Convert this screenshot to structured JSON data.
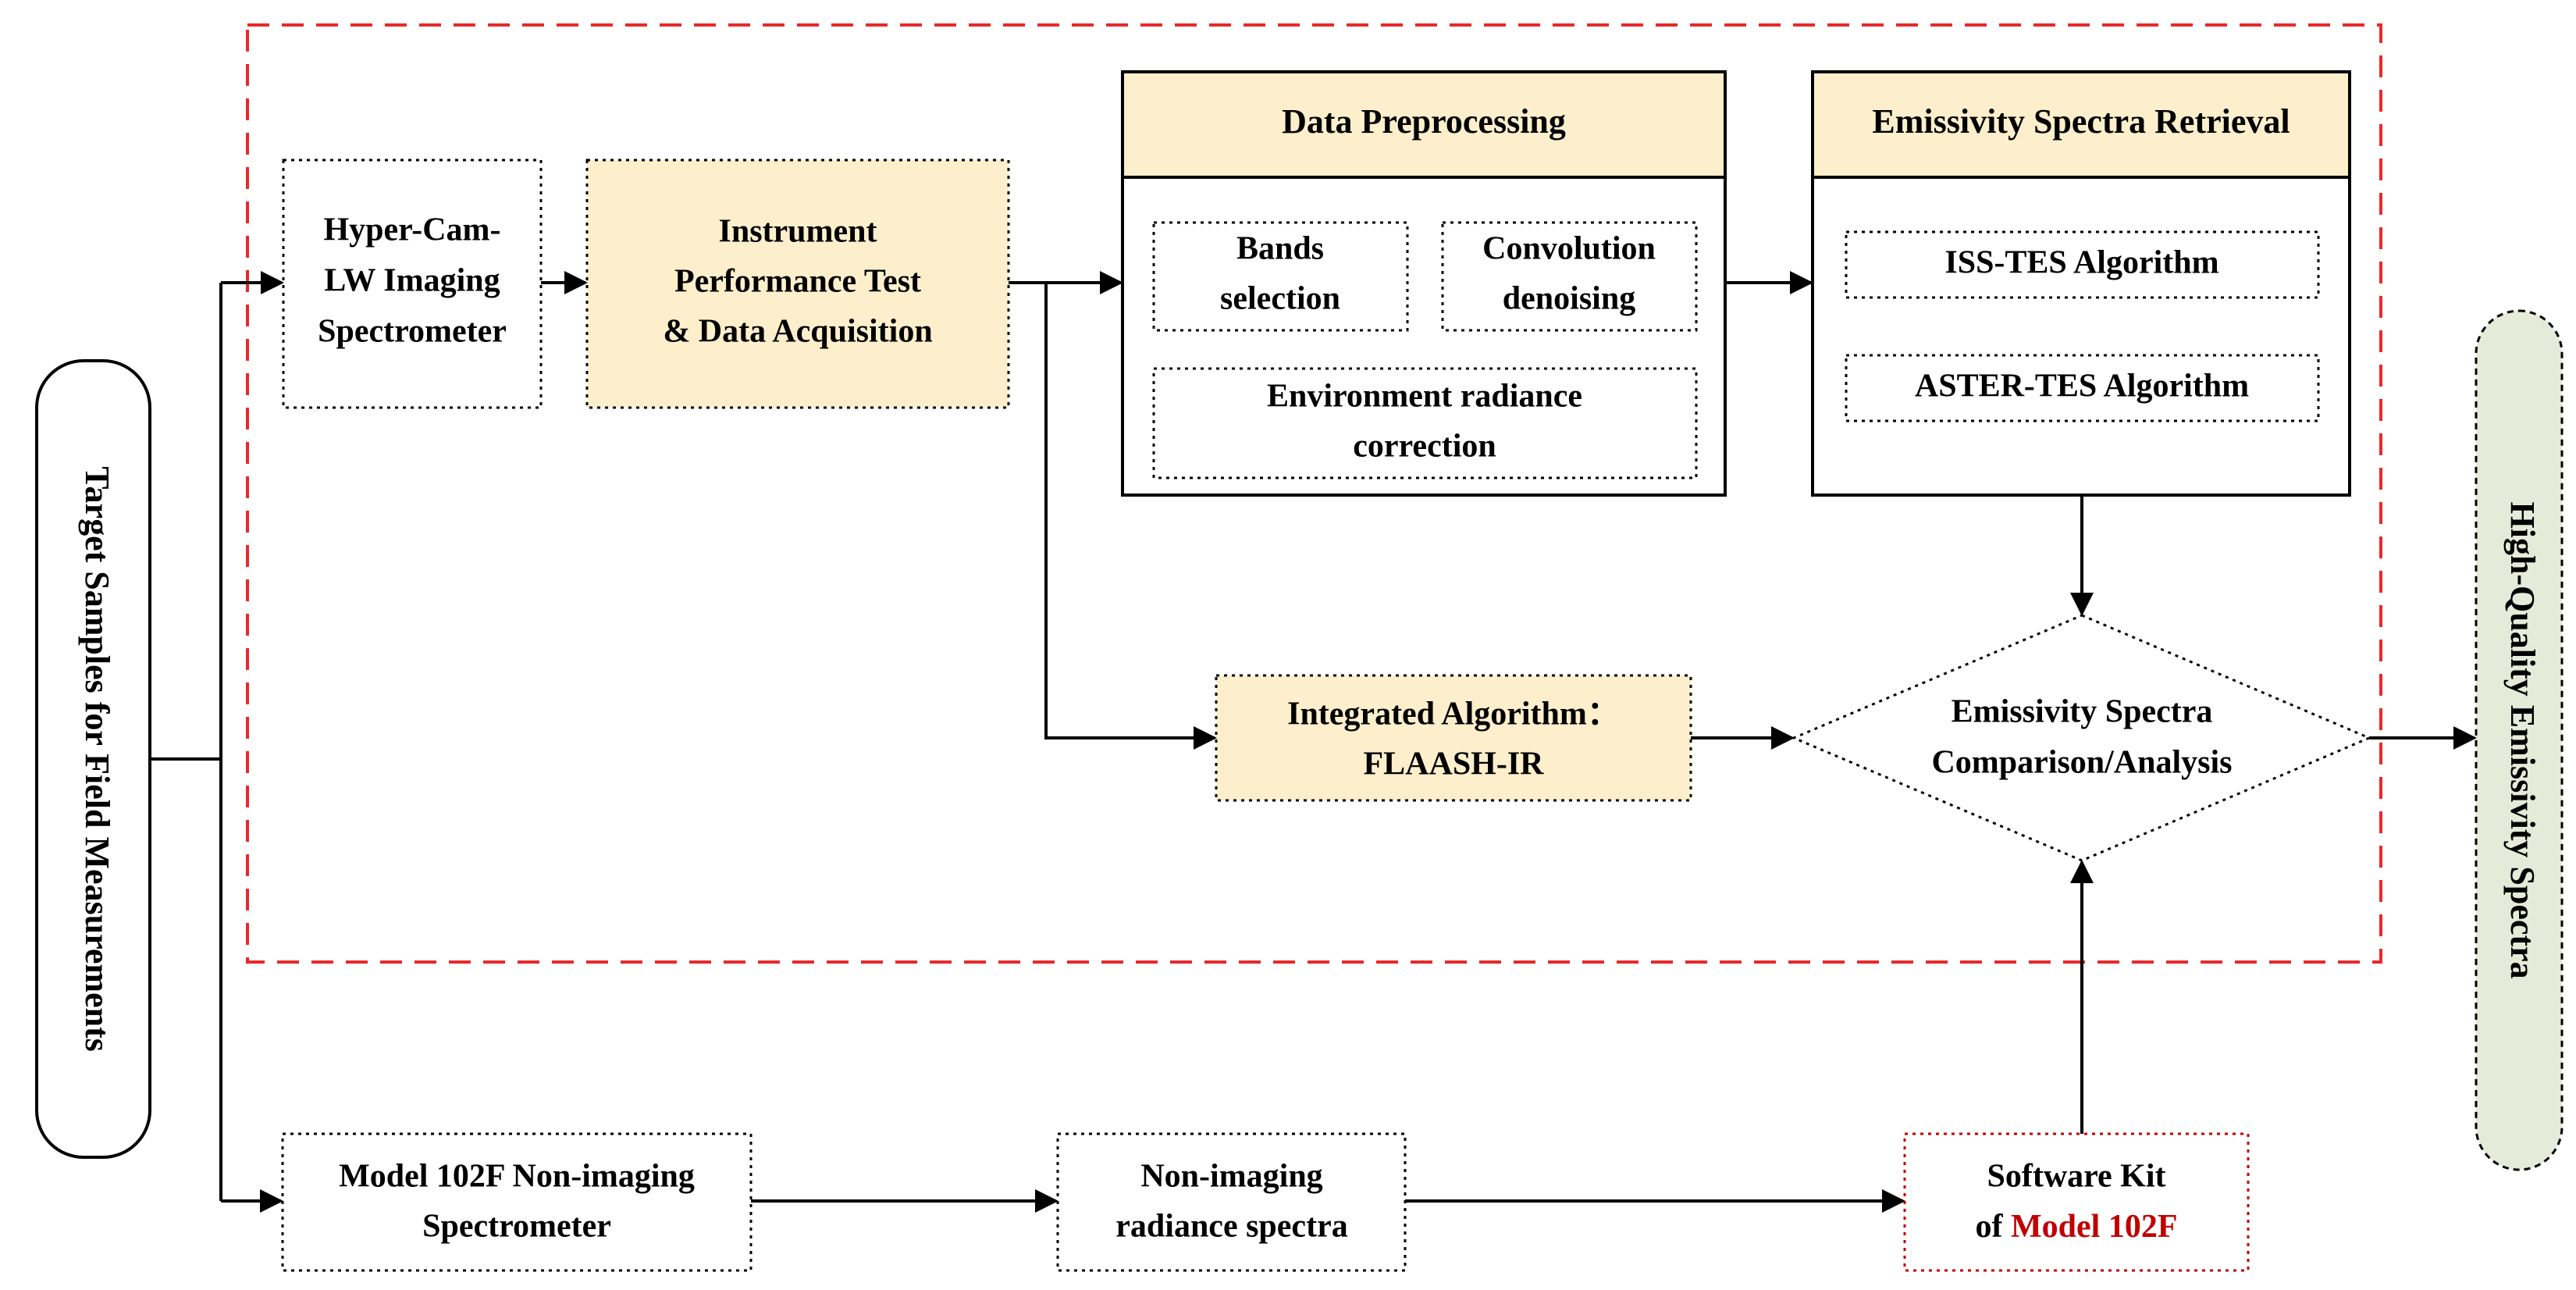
{
  "colors": {
    "highlight_fill": "#fdefcc",
    "dashed_frame": "#e8292b",
    "red_text": "#c00000",
    "output_fill": "#e6ead8"
  },
  "nodes": {
    "target_samples": "Target Samples for Field Measurements",
    "output": "High-Quality Emissivity Spectra",
    "hypercam": [
      "Hyper-Cam-",
      "LW Imaging",
      "Spectrometer"
    ],
    "instrument_test": [
      "Instrument",
      "Performance Test",
      "&  Data Acquisition"
    ],
    "preprocessing": {
      "title": "Data Preprocessing",
      "bands": [
        "Bands",
        "selection"
      ],
      "convolution": [
        "Convolution",
        "denoising"
      ],
      "environment": [
        "Environment radiance",
        "correction"
      ]
    },
    "retrieval": {
      "title": "Emissivity Spectra Retrieval",
      "iss_tes": "ISS-TES Algorithm",
      "aster_tes": "ASTER-TES Algorithm"
    },
    "integrated": [
      "Integrated Algorithm：",
      "FLAASH-IR"
    ],
    "comparison": [
      "Emissivity Spectra",
      "Comparison/Analysis"
    ],
    "model102f": [
      "Model 102F Non-imaging",
      "Spectrometer"
    ],
    "nonimaging_spectra": [
      "Non-imaging",
      "radiance spectra"
    ],
    "software_kit": {
      "line1": "Software Kit",
      "line2_prefix": "of ",
      "line2_highlight": "Model 102F"
    }
  }
}
